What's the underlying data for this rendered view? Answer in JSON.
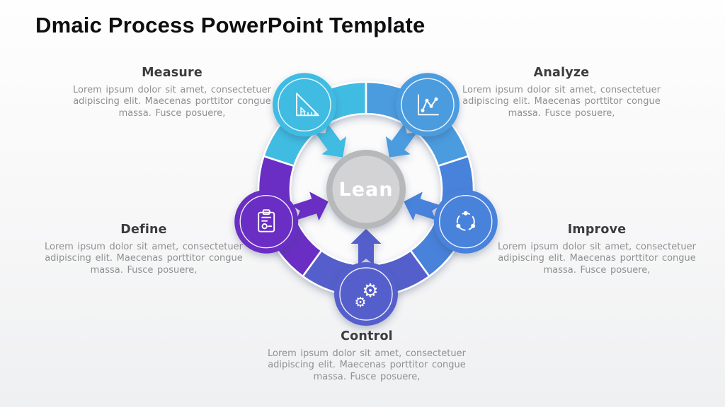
{
  "title": "Dmaic Process PowerPoint Template",
  "center": {
    "label": "Lean",
    "fill": "#d3d3d5",
    "ring": "#b7b8ba",
    "text_color": "#ffffff"
  },
  "background": {
    "top": "#fefefe",
    "bottom": "#eff0f1"
  },
  "heading_color": "#3c3c3e",
  "body_color": "#8f9093",
  "steps": [
    {
      "label": "Measure",
      "color": "#41bce3",
      "icon": "set-square-icon",
      "body_lines": [
        "Lorem ipsum dolor sit amet, consectetuer",
        "adipiscing elit. Maecenas porttitor congue",
        "massa. Fusce posuere,"
      ]
    },
    {
      "label": "Analyze",
      "color": "#4c9cdf",
      "icon": "line-chart-icon",
      "body_lines": [
        "Lorem ipsum dolor sit amet, consectetuer",
        "adipiscing elit. Maecenas porttitor congue",
        "massa. Fusce posuere,"
      ]
    },
    {
      "label": "Define",
      "color": "#6a2ec4",
      "icon": "clipboard-icon",
      "body_lines": [
        "Lorem ipsum dolor sit amet, consectetuer",
        "adipiscing elit. Maecenas porttitor congue",
        "massa. Fusce posuere,"
      ]
    },
    {
      "label": "Improve",
      "color": "#4a82db",
      "icon": "cycle-arrows-icon",
      "body_lines": [
        "Lorem ipsum dolor sit amet, consectetuer",
        "adipiscing elit. Maecenas porttitor congue",
        "massa. Fusce posuere,"
      ]
    },
    {
      "label": "Control",
      "color": "#555ecb",
      "icon": "gears-icon",
      "body_lines": [
        "Lorem ipsum dolor sit amet, consectetuer",
        "adipiscing elit. Maecenas porttitor congue",
        "massa. Fusce posuere,"
      ]
    }
  ]
}
